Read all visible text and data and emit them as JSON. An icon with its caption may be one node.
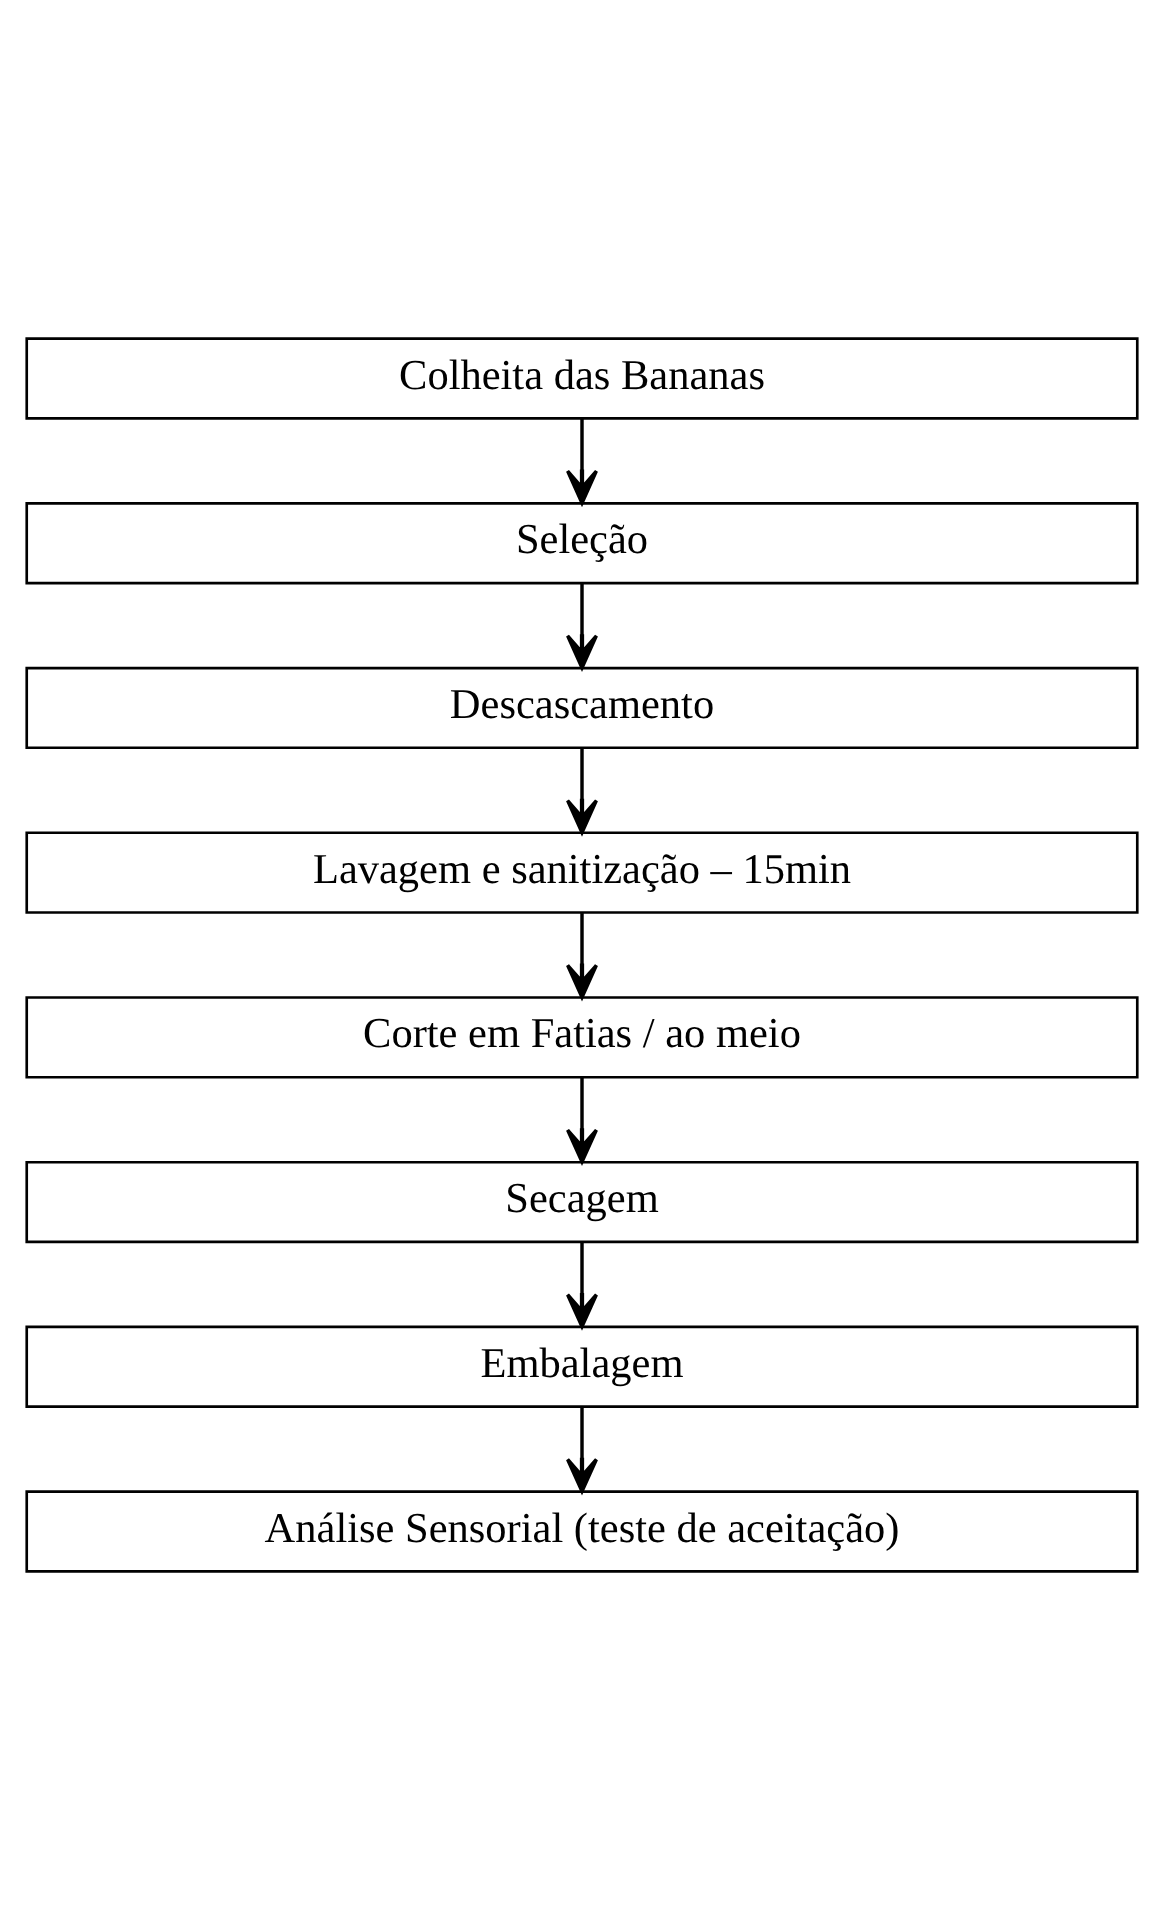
{
  "diagram": {
    "nodes": [
      {
        "text": [
          "Colheita das Bananas"
        ]
      },
      {
        "text": [
          "Seleção"
        ]
      },
      {
        "text": [
          "Descascamento"
        ]
      },
      {
        "text": [
          "Lavagem e sanitização – 15min"
        ]
      },
      {
        "text": [
          "Corte em Fatias / ao meio"
        ]
      },
      {
        "text": [
          "Secagem"
        ]
      },
      {
        "text": [
          "Embalagem"
        ]
      },
      {
        "text": [
          "Análise Sensorial (teste de aceitação)"
        ]
      }
    ],
    "edges": [
      {
        "from": 0,
        "to": 1,
        "arrow": "to"
      },
      {
        "from": 1,
        "to": 2,
        "arrow": "to"
      },
      {
        "from": 2,
        "to": 3,
        "arrow": "to"
      },
      {
        "from": 3,
        "to": 4,
        "arrow": "to"
      },
      {
        "from": 4,
        "to": 5,
        "arrow": "to"
      },
      {
        "from": 5,
        "to": 6,
        "arrow": "to"
      },
      {
        "from": 6,
        "to": 7,
        "arrow": "to"
      }
    ]
  }
}
